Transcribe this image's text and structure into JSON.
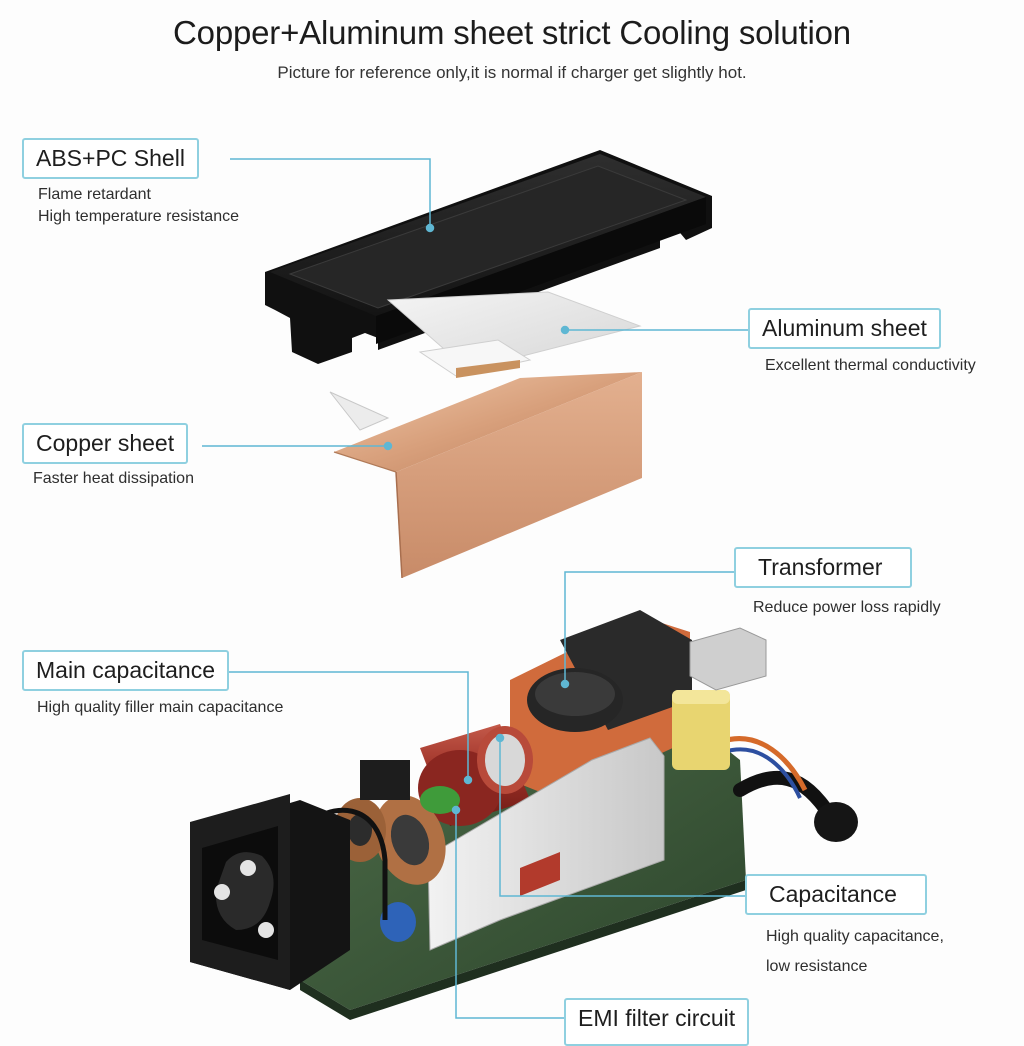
{
  "header": {
    "title": "Copper+Aluminum sheet strict Cooling solution",
    "subtitle": "Picture for reference only,it is normal if charger get slightly hot."
  },
  "callouts": [
    {
      "id": "abs-pc-shell",
      "label": "ABS+PC Shell",
      "desc": [
        "Flame retardant",
        "High temperature resistance"
      ]
    },
    {
      "id": "aluminum-sheet",
      "label": "Aluminum sheet",
      "desc": [
        "Excellent thermal conductivity"
      ]
    },
    {
      "id": "copper-sheet",
      "label": "Copper sheet",
      "desc": [
        "Faster heat dissipation"
      ]
    },
    {
      "id": "transformer",
      "label": "Transformer",
      "desc": [
        "Reduce power loss rapidly"
      ]
    },
    {
      "id": "main-capacitance",
      "label": "Main capacitance",
      "desc": [
        "High quality filler main capacitance"
      ]
    },
    {
      "id": "capacitance",
      "label": "Capacitance",
      "desc": [
        "High quality capacitance,",
        "low resistance"
      ]
    },
    {
      "id": "emi-filter",
      "label": "EMI filter circuit",
      "desc": []
    }
  ],
  "colors": {
    "leader_line": "#5fb7d3",
    "box_border": "#8fd0e0",
    "shell": "#1b1b1b",
    "copper": "#d9a585",
    "aluminum": "#e6e6e6",
    "pcb": "#3a5a3a"
  }
}
